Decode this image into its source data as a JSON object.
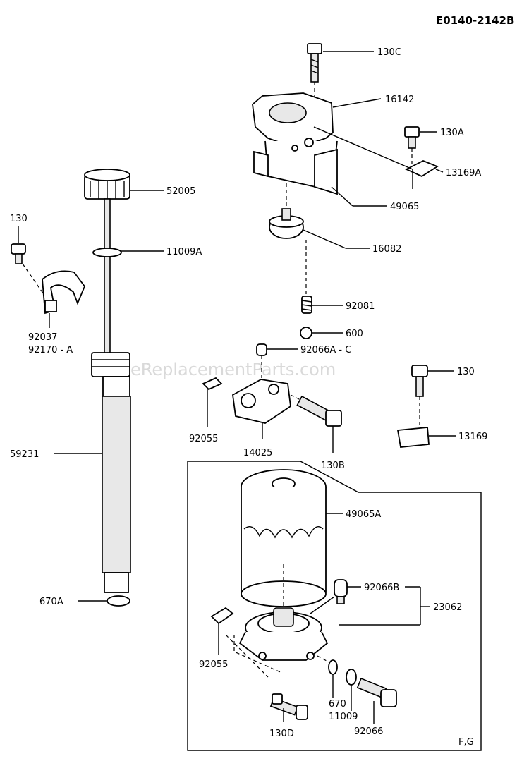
{
  "diagram_code": "E0140-2142B",
  "watermark": "eReplacementParts.com",
  "variant_label": "F,G",
  "parts": {
    "p130C": "130C",
    "p16142": "16142",
    "p130A": "130A",
    "p13169A": "13169A",
    "p49065": "49065",
    "p16082": "16082",
    "p92081": "92081",
    "p600": "600",
    "p92066AC": "92066A - C",
    "p52005": "52005",
    "p11009A": "11009A",
    "p130L": "130",
    "p92037": "92037",
    "p92170A": "92170 - A",
    "p59231": "59231",
    "p670A": "670A",
    "p92055a": "92055",
    "p14025": "14025",
    "p130B": "130B",
    "p130R": "130",
    "p13169": "13169",
    "p49065A": "49065A",
    "p92066B": "92066B",
    "p23062": "23062",
    "p92055b": "92055",
    "p670": "670",
    "p11009": "11009",
    "p92066": "92066",
    "p130D": "130D"
  }
}
